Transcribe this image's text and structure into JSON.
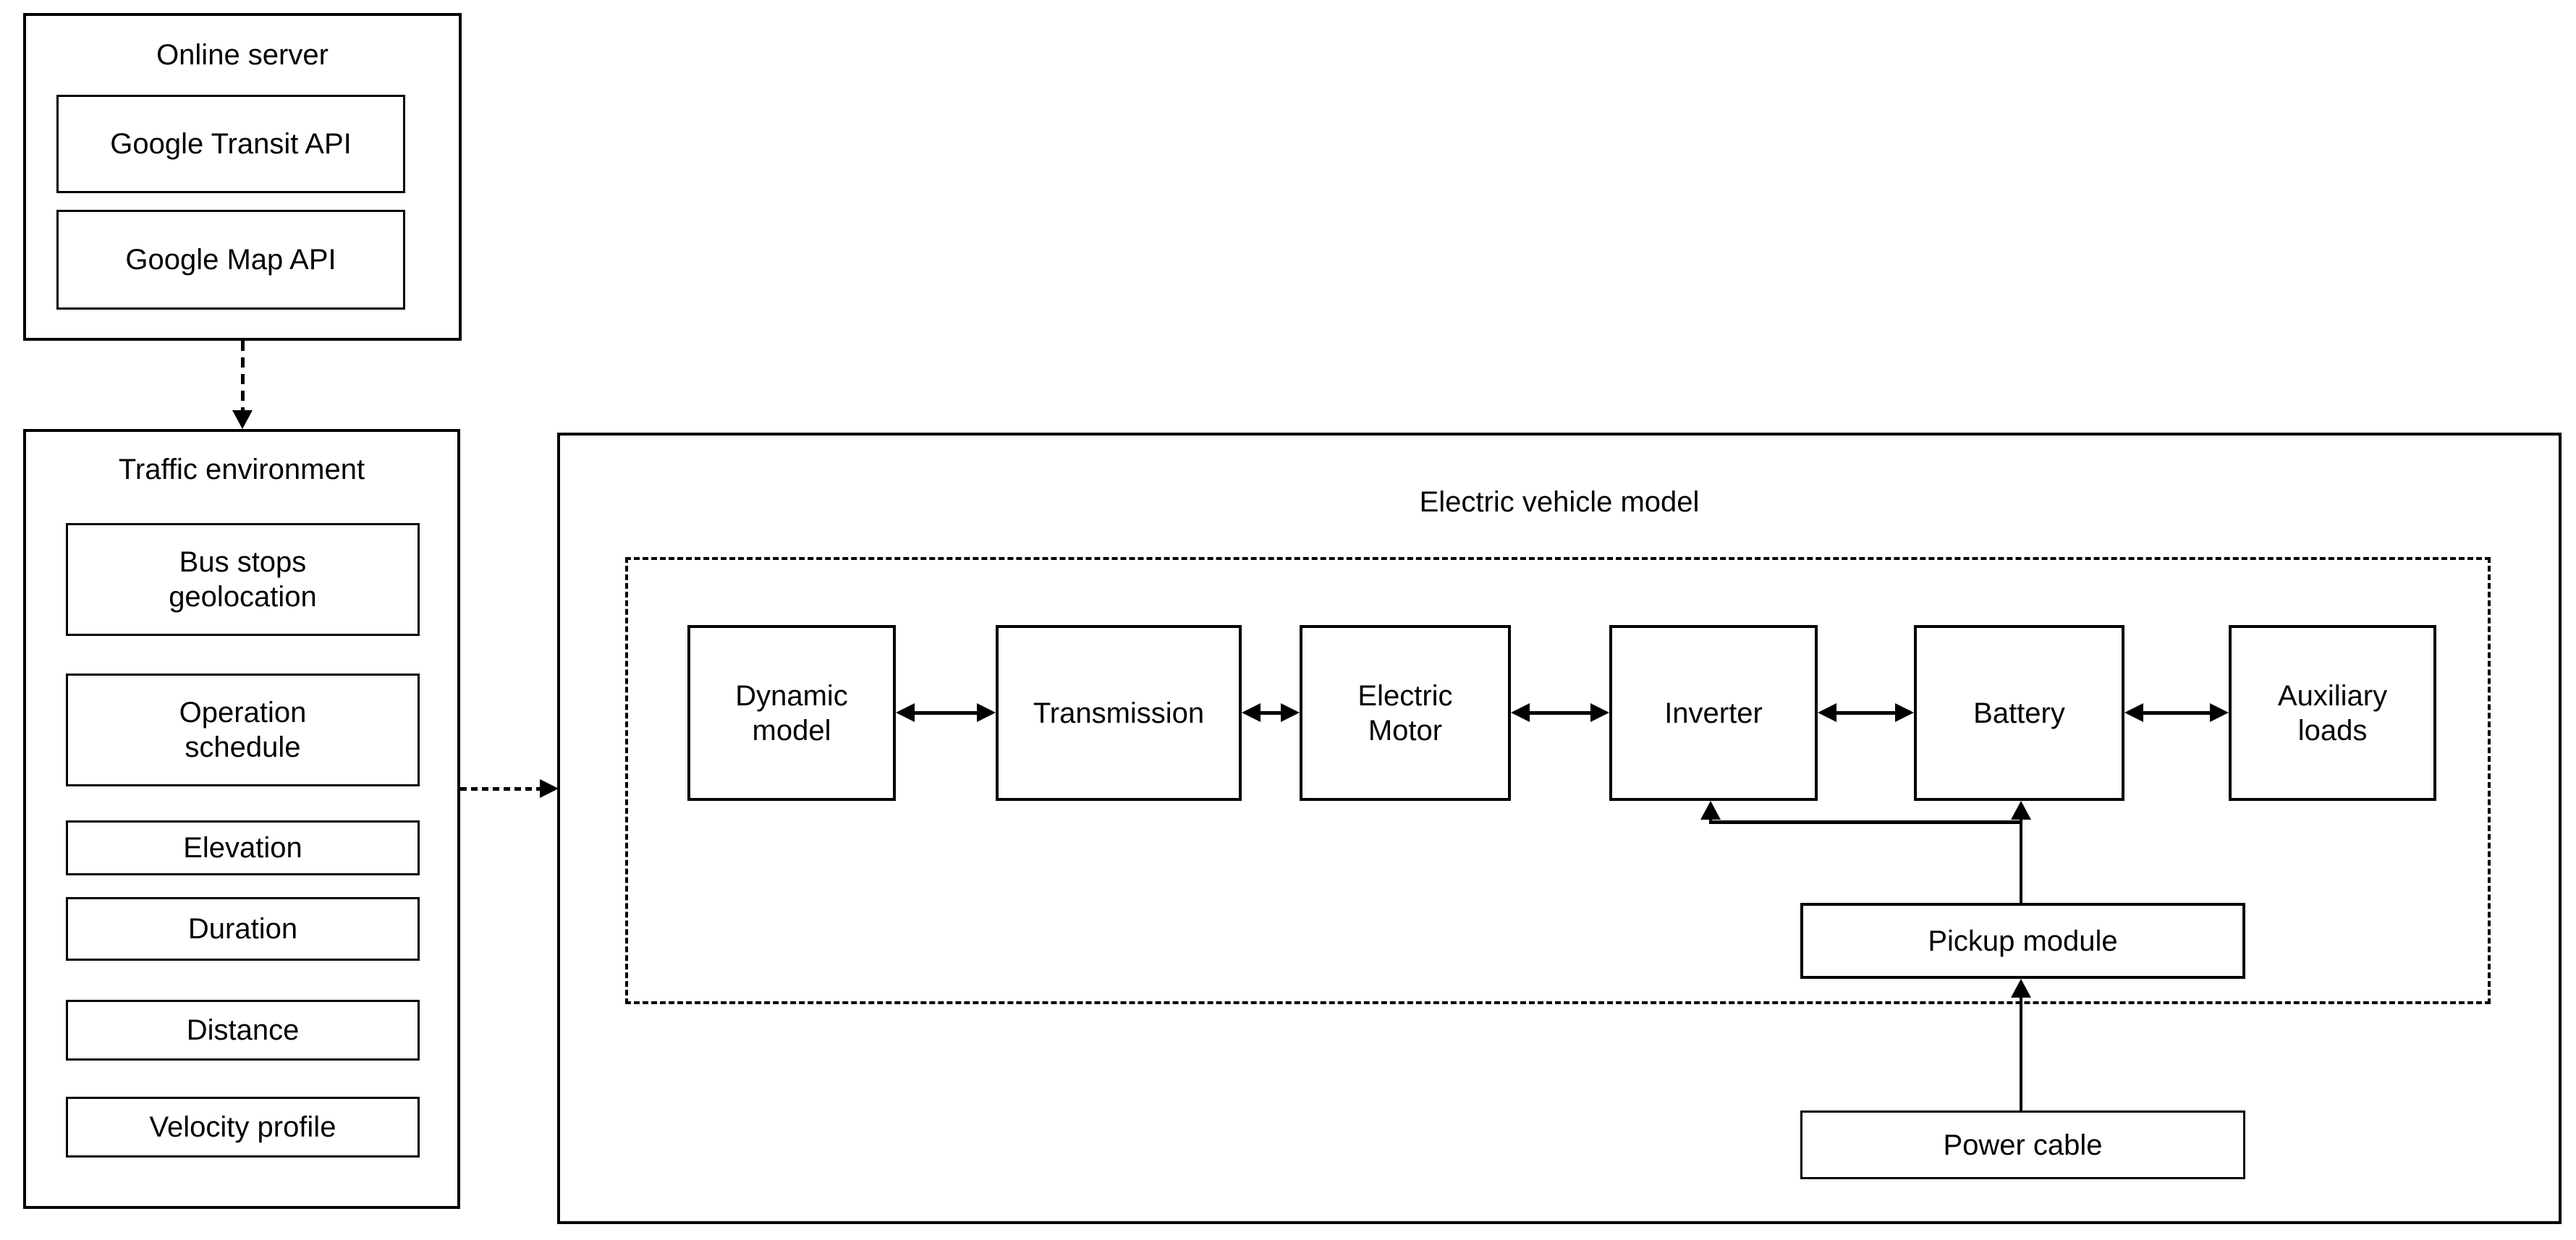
{
  "colors": {
    "line": "#000000",
    "background": "#ffffff"
  },
  "online_server": {
    "title": "Online server",
    "items": [
      "Google Transit API",
      "Google Map API"
    ]
  },
  "traffic_environment": {
    "title": "Traffic environment",
    "items": [
      "Bus stops\ngeolocation",
      "Operation\nschedule",
      "Elevation",
      "Duration",
      "Distance",
      "Velocity profile"
    ]
  },
  "electric_vehicle_model": {
    "title": "Electric vehicle model",
    "components": [
      "Dynamic\nmodel",
      "Transmission",
      "Electric\nMotor",
      "Inverter",
      "Battery",
      "Auxiliary\nloads"
    ],
    "pickup_module_label": "Pickup module",
    "power_cable_label": "Power cable"
  }
}
